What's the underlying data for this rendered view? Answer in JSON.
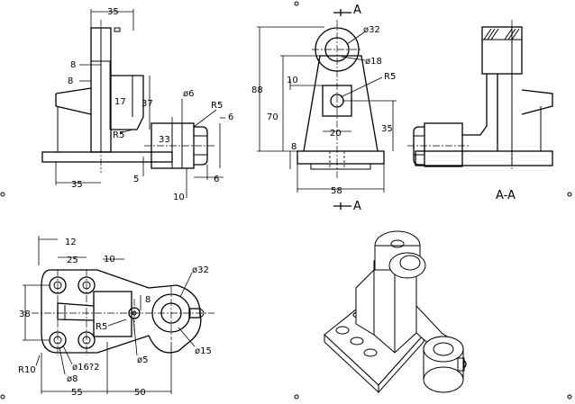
{
  "dims": {
    "front": {
      "top_width": "35",
      "step1": "8",
      "step2": "8",
      "rib_height": "17",
      "height_37": "37",
      "fillet": "R5",
      "boss_height": "33",
      "hole_small": "ø6",
      "fillet_boss": "R5",
      "side_6": "6",
      "base_thk": "5",
      "base_width": "35",
      "boss_off": "10",
      "boss_side": "6"
    },
    "side": {
      "section_mark": "A",
      "big_dia": "ø32",
      "hole_dia": "ø18",
      "fillet": "R5",
      "overall_h": "88",
      "body_h": "70",
      "slot_off": "10",
      "bottom_h": "35",
      "slot_w": "20",
      "base_thk": "8",
      "base_w": "58"
    },
    "section": {
      "title": "A-A"
    },
    "top": {
      "d12": "12",
      "d25": "25",
      "d10": "10",
      "dia32": "ø32",
      "d8": "8",
      "height38": "38",
      "fillet": "R5",
      "dia5": "ø5",
      "dia15": "ø15",
      "r10": "R10",
      "holes": "ø16?2",
      "dia8": "ø8",
      "w55": "55",
      "w50": "50"
    }
  }
}
